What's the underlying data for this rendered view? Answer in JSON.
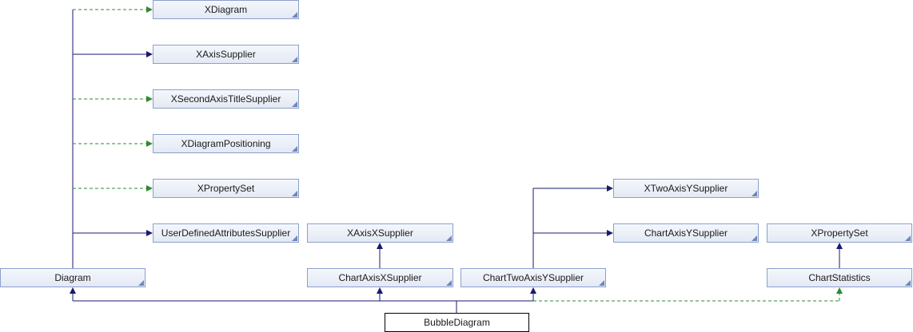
{
  "nodes": {
    "xdiagram": "XDiagram",
    "xaxissupplier": "XAxisSupplier",
    "xsecondaxistitlesupplier": "XSecondAxisTitleSupplier",
    "xdiagrampositioning": "XDiagramPositioning",
    "xpropertyset_left": "XPropertySet",
    "userdefinedattributessupplier": "UserDefinedAttributesSupplier",
    "diagram": "Diagram",
    "xaxisxsupplier": "XAxisXSupplier",
    "chartaxisxsupplier": "ChartAxisXSupplier",
    "xtwoaxisysupplier": "XTwoAxisYSupplier",
    "chartaxisysupplier": "ChartAxisYSupplier",
    "charttwoaxisysupplier": "ChartTwoAxisYSupplier",
    "xpropertyset_right": "XPropertySet",
    "chartstatistics": "ChartStatistics",
    "bubblediagram": "BubbleDiagram"
  },
  "colors": {
    "edge_solid": "#191970",
    "edge_dashed": "#2e8b2e",
    "node_border": "#8aa0cc"
  }
}
